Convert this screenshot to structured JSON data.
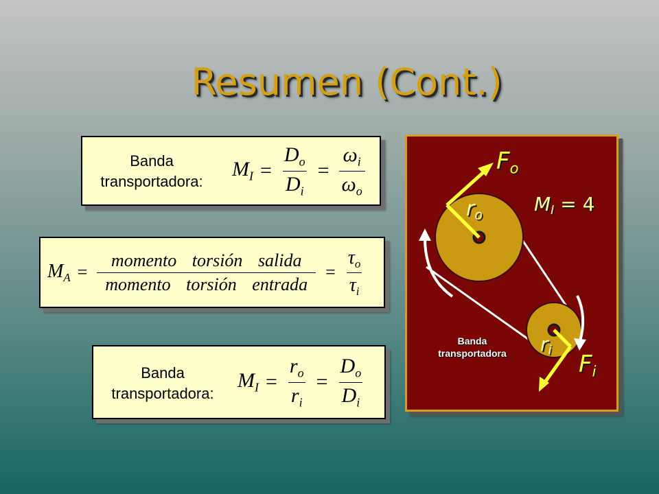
{
  "title": "Resumen (Cont.)",
  "box1": {
    "label_line1": "Banda",
    "label_line2": "transportadora:",
    "lhs": "M",
    "lhs_sub": "I",
    "frac1_num": "D",
    "frac1_num_sub": "o",
    "frac1_den": "D",
    "frac1_den_sub": "i",
    "frac2_num": "ω",
    "frac2_num_sub": "i",
    "frac2_den": "ω",
    "frac2_den_sub": "o"
  },
  "box2": {
    "lhs": "M",
    "lhs_sub": "A",
    "num_words": [
      "momento",
      "torsión",
      "salida"
    ],
    "den_words": [
      "momento",
      "torsión",
      "entrada"
    ],
    "frac2_num": "τ",
    "frac2_num_sub": "o",
    "frac2_den": "τ",
    "frac2_den_sub": "i"
  },
  "box3": {
    "label_line1": "Banda",
    "label_line2": "transportadora:",
    "lhs": "M",
    "lhs_sub": "I",
    "frac1_num": "r",
    "frac1_num_sub": "o",
    "frac1_den": "r",
    "frac1_den_sub": "i",
    "frac2_num": "D",
    "frac2_num_sub": "o",
    "frac2_den": "D",
    "frac2_den_sub": "i"
  },
  "equals": "=",
  "diagram": {
    "force_out": "F",
    "force_out_sub": "o",
    "force_in": "F",
    "force_in_sub": "i",
    "radius_out": "r",
    "radius_out_sub": "o",
    "radius_in": "r",
    "radius_in_sub": "i",
    "ma_main": "M",
    "ma_sub": "I",
    "ma_value": "= 4",
    "belt_line1": "Banda",
    "belt_line2": "transportadora",
    "colors": {
      "panel": "#7a0606",
      "border": "#d4a017",
      "pulley": "#c99a12",
      "arrow": "#ffff33",
      "label": "#ffff99",
      "force": "#ffff33"
    }
  }
}
